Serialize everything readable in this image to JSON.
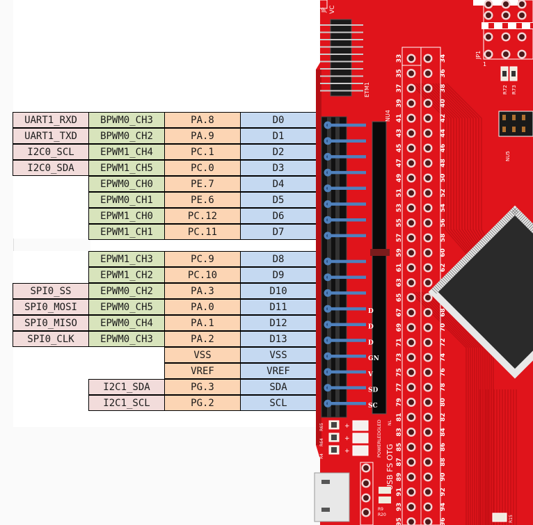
{
  "colors": {
    "function_cell": "#f2dcdb",
    "pwm_cell": "#d8e4bc",
    "port_cell": "#fcd5b4",
    "arduino_cell": "#c5d9f1",
    "pcb_red": "#e0141b",
    "connector_line": "#4f81bd"
  },
  "pin_rows": [
    {
      "func": "UART1_RXD",
      "pwm": "BPWM0_CH3",
      "port": "PA.8",
      "arduino": "D0"
    },
    {
      "func": "UART1_TXD",
      "pwm": "BPWM0_CH2",
      "port": "PA.9",
      "arduino": "D1"
    },
    {
      "func": "I2C0_SCL",
      "pwm": "EPWM1_CH4",
      "port": "PC.1",
      "arduino": "D2"
    },
    {
      "func": "I2C0_SDA",
      "pwm": "EPWM1_CH5",
      "port": "PC.0",
      "arduino": "D3"
    },
    {
      "func": "",
      "pwm": "EPWM0_CH0",
      "port": "PE.7",
      "arduino": "D4"
    },
    {
      "func": "",
      "pwm": "EPWM0_CH1",
      "port": "PE.6",
      "arduino": "D5"
    },
    {
      "func": "",
      "pwm": "EPWM1_CH0",
      "port": "PC.12",
      "arduino": "D6"
    },
    {
      "func": "",
      "pwm": "EPWM1_CH1",
      "port": "PC.11",
      "arduino": "D7"
    },
    {
      "func": "",
      "pwm": "EPWM1_CH3",
      "port": "PC.9",
      "arduino": "D8"
    },
    {
      "func": "",
      "pwm": "EPWM1_CH2",
      "port": "PC.10",
      "arduino": "D9"
    },
    {
      "func": "SPI0_SS",
      "pwm": "EPWM0_CH2",
      "port": "PA.3",
      "arduino": "D10"
    },
    {
      "func": "SPI0_MOSI",
      "pwm": "EPWM0_CH5",
      "port": "PA.0",
      "arduino": "D11"
    },
    {
      "func": "SPI0_MISO",
      "pwm": "EPWM0_CH4",
      "port": "PA.1",
      "arduino": "D12"
    },
    {
      "func": "SPI0_CLK",
      "pwm": "EPWM0_CH3",
      "port": "PA.2",
      "arduino": "D13"
    },
    {
      "func": "",
      "pwm": "",
      "port": "VSS",
      "arduino": "VSS"
    },
    {
      "func": "",
      "pwm": "",
      "port": "VREF",
      "arduino": "VREF"
    },
    {
      "func": "",
      "pwm": "I2C1_SDA",
      "port": "PG.3",
      "arduino": "SDA"
    },
    {
      "func": "",
      "pwm": "I2C1_SCL",
      "port": "PG.2",
      "arduino": "SCL"
    }
  ],
  "board": {
    "header_pin_numbers_left": [
      "33",
      "35",
      "37",
      "39",
      "41",
      "43",
      "45",
      "47",
      "49",
      "51",
      "53",
      "55",
      "57",
      "59",
      "61",
      "63",
      "65",
      "67",
      "69",
      "71",
      "73",
      "75",
      "77",
      "79",
      "81",
      "83",
      "85",
      "87",
      "89",
      "91",
      "93",
      "95"
    ],
    "header_pin_numbers_right": [
      "34",
      "36",
      "38",
      "40",
      "42",
      "44",
      "46",
      "48",
      "50",
      "52",
      "54",
      "56",
      "58",
      "60",
      "62",
      "64",
      "66",
      "68",
      "70",
      "72",
      "74",
      "76",
      "78",
      "80",
      "82",
      "84",
      "86",
      "88",
      "90",
      "92",
      "94",
      "96"
    ],
    "silkscreen": {
      "etm": "ETM1",
      "jp1": "JP1",
      "jp1_pin": "1",
      "r72": "R72",
      "r73": "R73",
      "nu5": "NU5",
      "nu4": "NU4",
      "usb": "USB FS OTG",
      "power_led": "POWERLEDGLED",
      "r65": "R65",
      "r64": "R64",
      "r4": "R4",
      "r9": "R9",
      "r20": "R20",
      "r15": "R15",
      "nl": "NL",
      "jp_top": "JP",
      "vc": "VC",
      "uno_labels": [
        "D",
        "D",
        "D",
        "GN",
        "V",
        "SD",
        "SC"
      ]
    }
  }
}
